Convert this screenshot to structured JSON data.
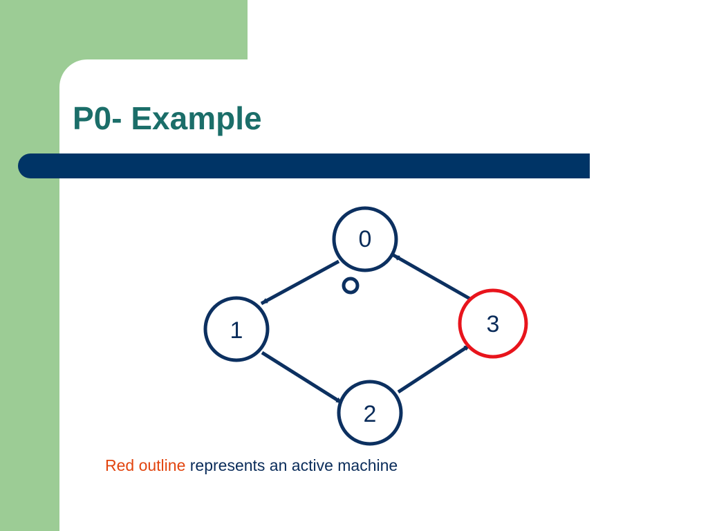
{
  "slide": {
    "title": "P0- Example",
    "colors": {
      "side_panel": "#9ccc95",
      "title_text": "#1b6e69",
      "title_bar": "#003466",
      "node_outline": "#0c3060",
      "active_outline": "#e8141c",
      "caption_highlight": "#e2450f",
      "caption_text": "#0a2c5a"
    }
  },
  "diagram": {
    "nodes": [
      {
        "id": "0",
        "label": "0",
        "active": false
      },
      {
        "id": "1",
        "label": "1",
        "active": false
      },
      {
        "id": "2",
        "label": "2",
        "active": false
      },
      {
        "id": "3",
        "label": "3",
        "active": true
      }
    ],
    "edges": [
      {
        "from": "0",
        "to": "1"
      },
      {
        "from": "1",
        "to": "2"
      },
      {
        "from": "2",
        "to": "3"
      },
      {
        "from": "3",
        "to": "0"
      }
    ],
    "token_marker": "small circle on edge 0 to 1"
  },
  "caption": {
    "highlight": "Red outline",
    "rest": " represents an active machine"
  }
}
